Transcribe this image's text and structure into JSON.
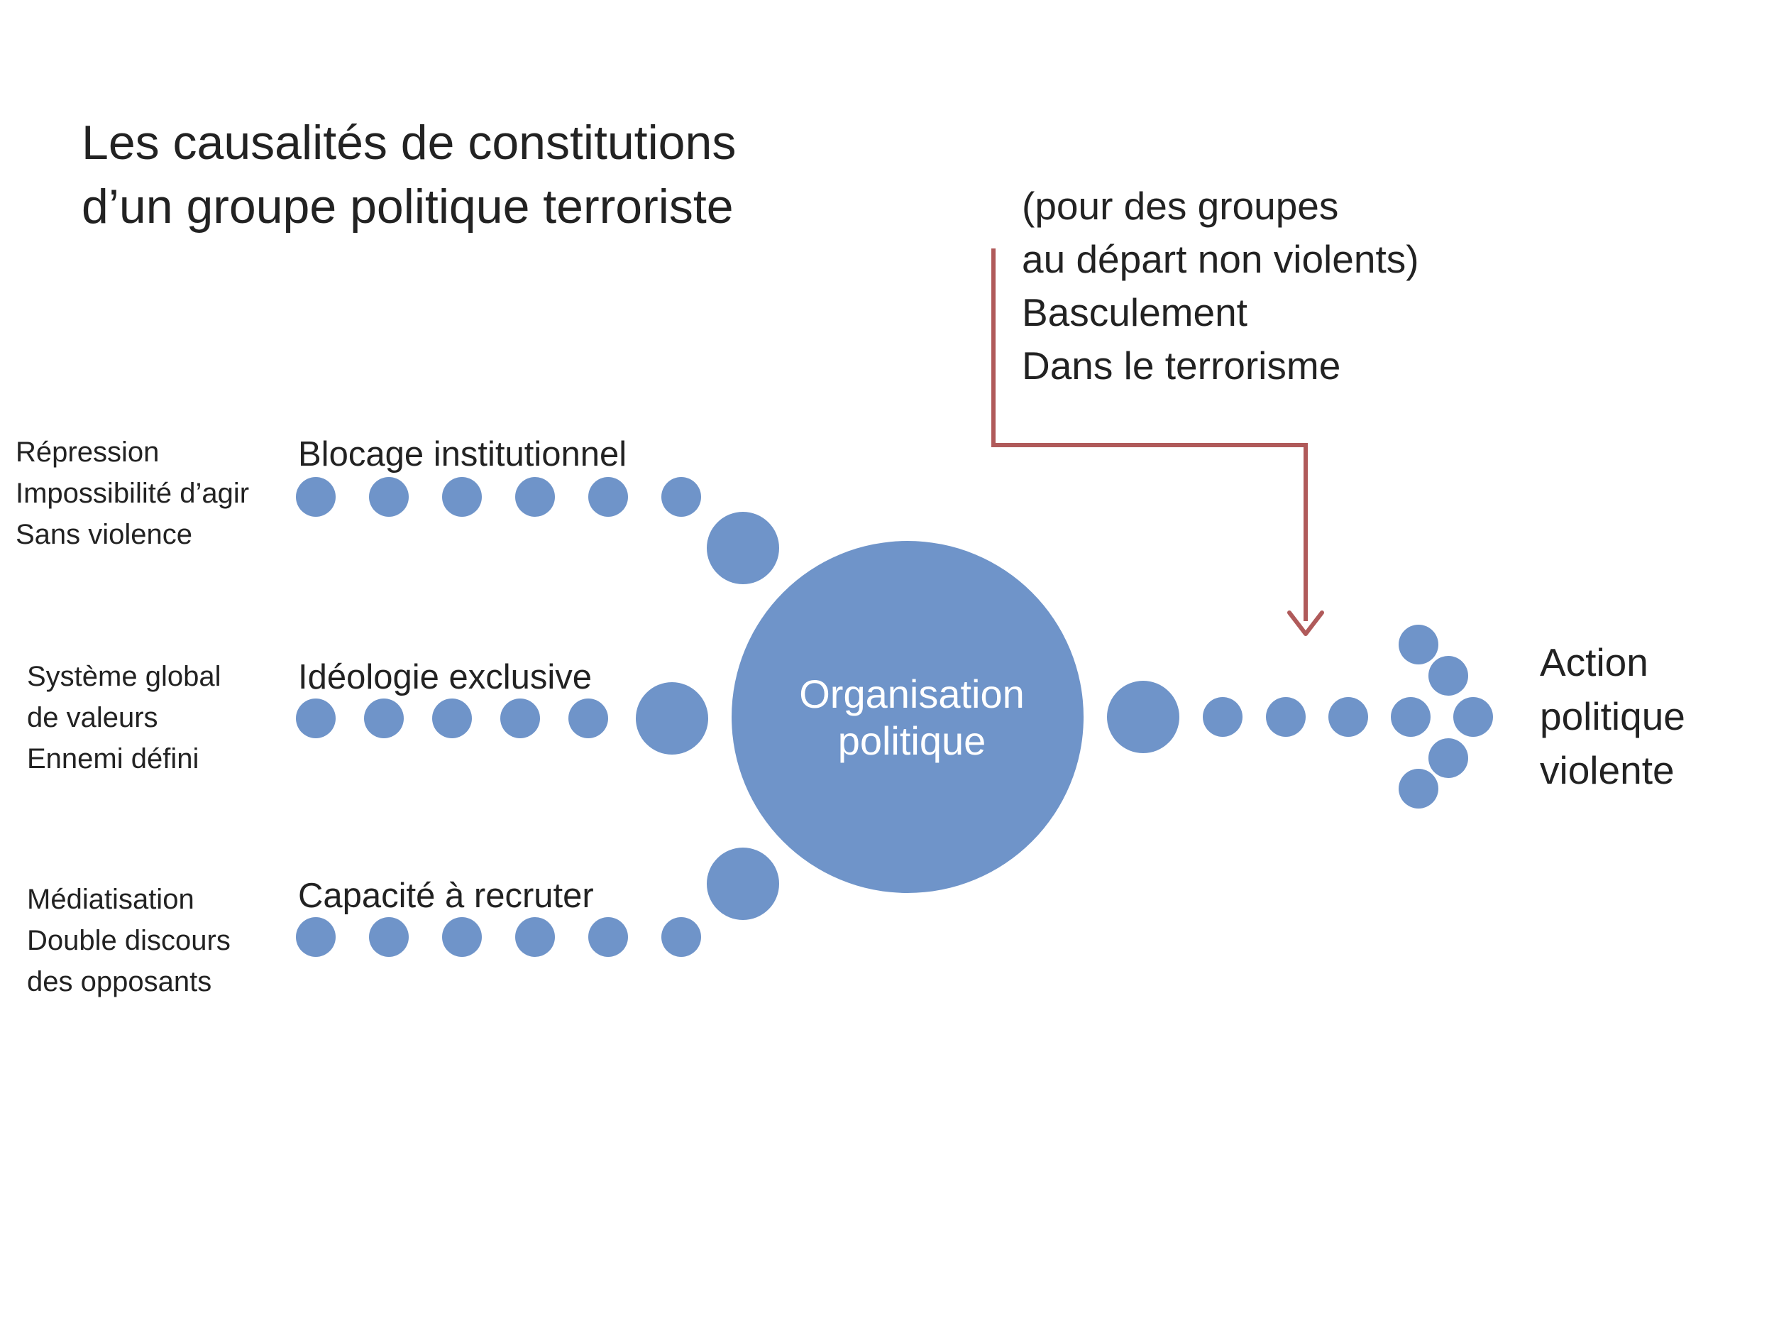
{
  "title": {
    "line1": "Les causalités de constitutions",
    "line2": "d’un groupe politique terroriste"
  },
  "causes": [
    {
      "factor": "Blocage institutionnel",
      "details": [
        "Répression",
        "Impossibilité d’agir",
        "Sans violence"
      ]
    },
    {
      "factor": "Idéologie exclusive",
      "details": [
        "Système global",
        "de valeurs",
        "Ennemi défini"
      ]
    },
    {
      "factor": "Capacité à recruter",
      "details": [
        "Médiatisation",
        "Double discours",
        "des opposants"
      ]
    }
  ],
  "center": {
    "line1": "Organisation",
    "line2": "politique"
  },
  "annotation": {
    "lines": [
      "(pour des groupes",
      "au départ non violents)",
      "Basculement",
      "Dans le terrorisme"
    ]
  },
  "result": {
    "lines": [
      "Action",
      "politique",
      "violente"
    ]
  },
  "colors": {
    "dot": "#6f94c9",
    "arrow": "#b05a5a",
    "text": "#222222",
    "center_text": "#ffffff"
  }
}
